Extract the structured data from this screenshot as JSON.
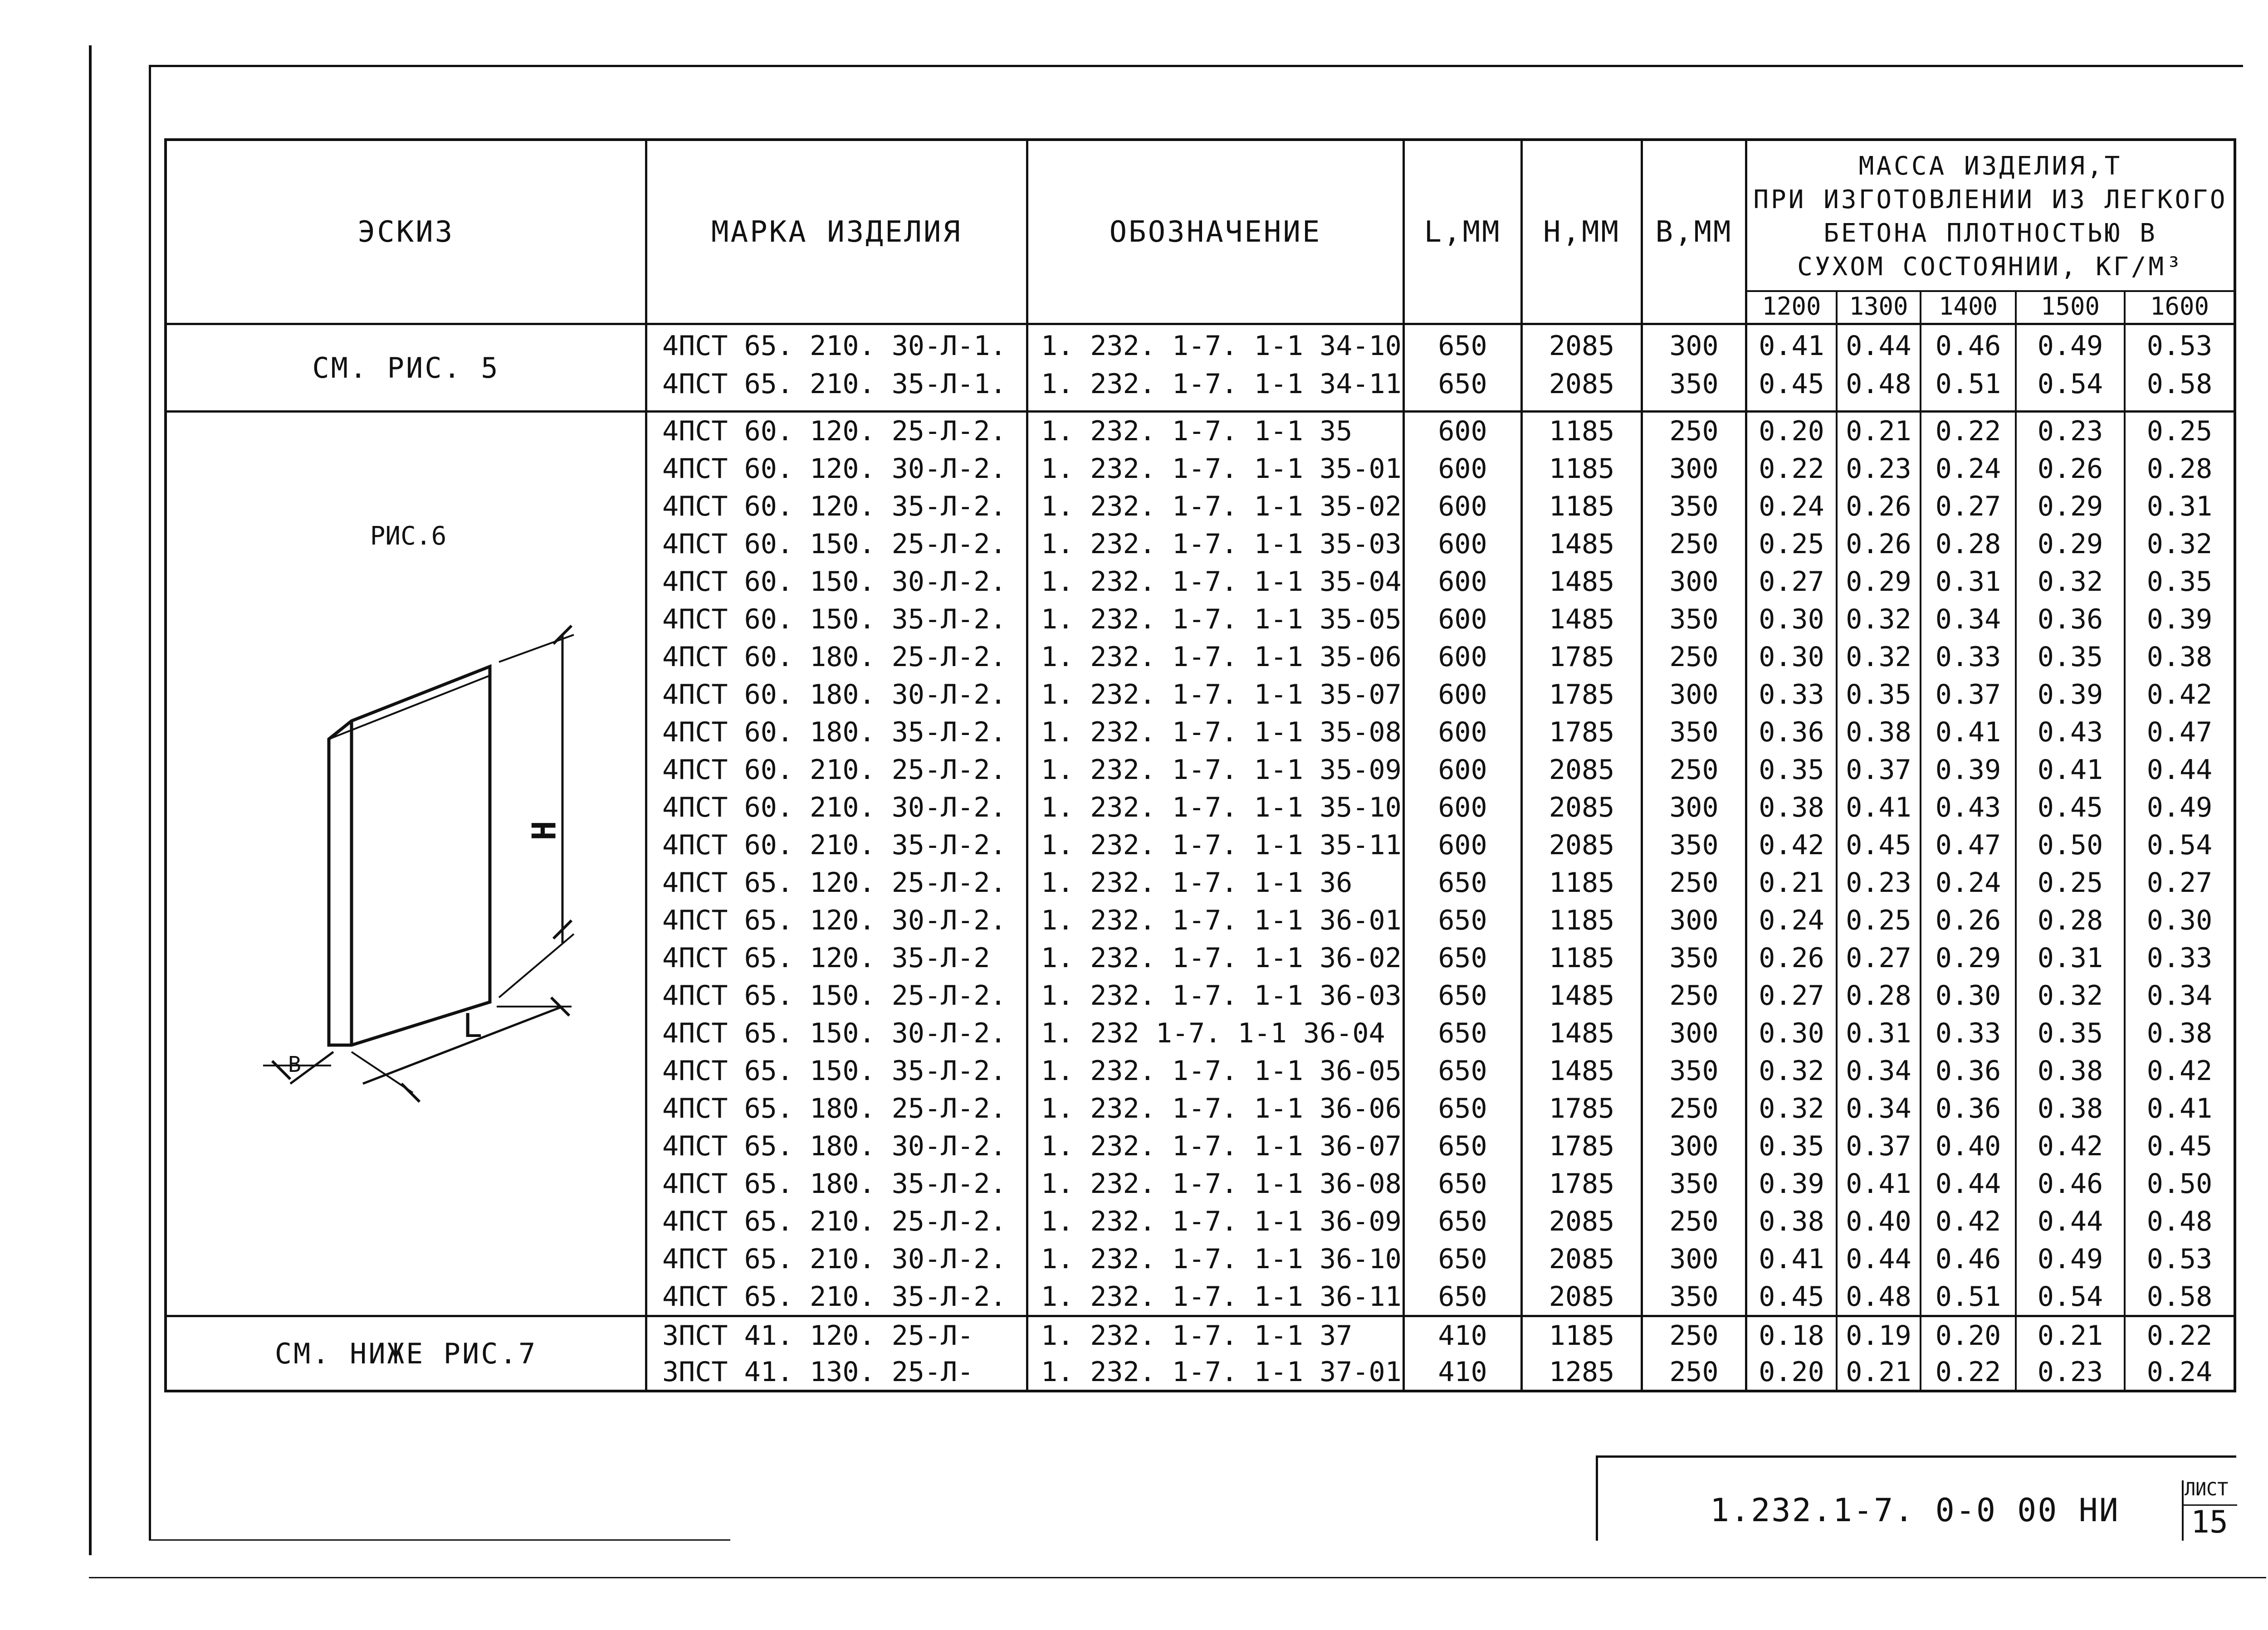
{
  "headers": {
    "sketch": "ЭСКИЗ",
    "mark": "МАРКА ИЗДЕЛИЯ",
    "designation": "ОБОЗНАЧЕНИЕ",
    "L": "L,ММ",
    "H": "H,ММ",
    "B": "B,ММ",
    "mass": [
      "МАССА ИЗДЕЛИЯ,Т",
      "ПРИ ИЗГОТОВЛЕНИИ ИЗ ЛЕГКОГО",
      "БЕТОНА ПЛОТНОСТЬЮ В",
      "СУХОМ СОСТОЯНИИ, КГ/М³"
    ],
    "densities": [
      "1200",
      "1300",
      "1400",
      "1500",
      "1600"
    ]
  },
  "groups": [
    {
      "sketch": "СМ. РИС. 5",
      "sketch_pos": "middle"
    },
    {
      "sketch": "РИС.6",
      "sketch_pos": "top"
    },
    {
      "sketch": "СМ. НИЖЕ РИС.7",
      "sketch_pos": "middle"
    }
  ],
  "rows": [
    [
      "4ПСТ 65. 210. 30-Л-1.",
      "1. 232. 1-7. 1-1 34-10",
      "650",
      "2085",
      "300",
      "0.41",
      "0.44",
      "0.46",
      "0.49",
      "0.53"
    ],
    [
      "4ПСТ 65. 210. 35-Л-1.",
      "1. 232. 1-7. 1-1 34-11",
      "650",
      "2085",
      "350",
      "0.45",
      "0.48",
      "0.51",
      "0.54",
      "0.58"
    ],
    [
      "4ПСТ 60. 120. 25-Л-2.",
      "1. 232. 1-7. 1-1 35",
      "600",
      "1185",
      "250",
      "0.20",
      "0.21",
      "0.22",
      "0.23",
      "0.25"
    ],
    [
      "4ПСТ 60. 120. 30-Л-2.",
      "1. 232. 1-7. 1-1 35-01",
      "600",
      "1185",
      "300",
      "0.22",
      "0.23",
      "0.24",
      "0.26",
      "0.28"
    ],
    [
      "4ПСТ 60. 120. 35-Л-2.",
      "1. 232. 1-7. 1-1 35-02",
      "600",
      "1185",
      "350",
      "0.24",
      "0.26",
      "0.27",
      "0.29",
      "0.31"
    ],
    [
      "4ПСТ 60. 150. 25-Л-2.",
      "1. 232. 1-7. 1-1 35-03",
      "600",
      "1485",
      "250",
      "0.25",
      "0.26",
      "0.28",
      "0.29",
      "0.32"
    ],
    [
      "4ПСТ 60. 150. 30-Л-2.",
      "1. 232. 1-7. 1-1 35-04",
      "600",
      "1485",
      "300",
      "0.27",
      "0.29",
      "0.31",
      "0.32",
      "0.35"
    ],
    [
      "4ПСТ 60. 150. 35-Л-2.",
      "1. 232. 1-7. 1-1 35-05",
      "600",
      "1485",
      "350",
      "0.30",
      "0.32",
      "0.34",
      "0.36",
      "0.39"
    ],
    [
      "4ПСТ 60. 180. 25-Л-2.",
      "1. 232. 1-7. 1-1 35-06",
      "600",
      "1785",
      "250",
      "0.30",
      "0.32",
      "0.33",
      "0.35",
      "0.38"
    ],
    [
      "4ПСТ 60. 180. 30-Л-2.",
      "1. 232. 1-7. 1-1 35-07",
      "600",
      "1785",
      "300",
      "0.33",
      "0.35",
      "0.37",
      "0.39",
      "0.42"
    ],
    [
      "4ПСТ 60. 180. 35-Л-2.",
      "1. 232. 1-7. 1-1 35-08",
      "600",
      "1785",
      "350",
      "0.36",
      "0.38",
      "0.41",
      "0.43",
      "0.47"
    ],
    [
      "4ПСТ 60. 210. 25-Л-2.",
      "1. 232. 1-7. 1-1 35-09",
      "600",
      "2085",
      "250",
      "0.35",
      "0.37",
      "0.39",
      "0.41",
      "0.44"
    ],
    [
      "4ПСТ 60. 210. 30-Л-2.",
      "1. 232. 1-7. 1-1 35-10",
      "600",
      "2085",
      "300",
      "0.38",
      "0.41",
      "0.43",
      "0.45",
      "0.49"
    ],
    [
      "4ПСТ 60. 210. 35-Л-2.",
      "1. 232. 1-7. 1-1 35-11",
      "600",
      "2085",
      "350",
      "0.42",
      "0.45",
      "0.47",
      "0.50",
      "0.54"
    ],
    [
      "4ПСТ 65. 120. 25-Л-2.",
      "1. 232. 1-7. 1-1 36",
      "650",
      "1185",
      "250",
      "0.21",
      "0.23",
      "0.24",
      "0.25",
      "0.27"
    ],
    [
      "4ПСТ 65. 120. 30-Л-2.",
      "1. 232. 1-7. 1-1 36-01",
      "650",
      "1185",
      "300",
      "0.24",
      "0.25",
      "0.26",
      "0.28",
      "0.30"
    ],
    [
      "4ПСТ 65. 120. 35-Л-2",
      "1. 232. 1-7. 1-1 36-02",
      "650",
      "1185",
      "350",
      "0.26",
      "0.27",
      "0.29",
      "0.31",
      "0.33"
    ],
    [
      "4ПСТ 65. 150. 25-Л-2.",
      "1. 232. 1-7. 1-1 36-03",
      "650",
      "1485",
      "250",
      "0.27",
      "0.28",
      "0.30",
      "0.32",
      "0.34"
    ],
    [
      "4ПСТ 65. 150. 30-Л-2.",
      "1. 232 1-7. 1-1 36-04",
      "650",
      "1485",
      "300",
      "0.30",
      "0.31",
      "0.33",
      "0.35",
      "0.38"
    ],
    [
      "4ПСТ 65. 150. 35-Л-2.",
      "1. 232. 1-7. 1-1 36-05",
      "650",
      "1485",
      "350",
      "0.32",
      "0.34",
      "0.36",
      "0.38",
      "0.42"
    ],
    [
      "4ПСТ 65. 180. 25-Л-2.",
      "1. 232. 1-7. 1-1 36-06",
      "650",
      "1785",
      "250",
      "0.32",
      "0.34",
      "0.36",
      "0.38",
      "0.41"
    ],
    [
      "4ПСТ 65. 180. 30-Л-2.",
      "1. 232. 1-7. 1-1 36-07",
      "650",
      "1785",
      "300",
      "0.35",
      "0.37",
      "0.40",
      "0.42",
      "0.45"
    ],
    [
      "4ПСТ 65. 180. 35-Л-2.",
      "1. 232. 1-7. 1-1 36-08",
      "650",
      "1785",
      "350",
      "0.39",
      "0.41",
      "0.44",
      "0.46",
      "0.50"
    ],
    [
      "4ПСТ 65. 210. 25-Л-2.",
      "1. 232. 1-7. 1-1 36-09",
      "650",
      "2085",
      "250",
      "0.38",
      "0.40",
      "0.42",
      "0.44",
      "0.48"
    ],
    [
      "4ПСТ 65. 210. 30-Л-2.",
      "1. 232. 1-7. 1-1 36-10",
      "650",
      "2085",
      "300",
      "0.41",
      "0.44",
      "0.46",
      "0.49",
      "0.53"
    ],
    [
      "4ПСТ 65. 210. 35-Л-2.",
      "1. 232. 1-7. 1-1 36-11",
      "650",
      "2085",
      "350",
      "0.45",
      "0.48",
      "0.51",
      "0.54",
      "0.58"
    ],
    [
      "3ПСТ 41. 120. 25-Л-",
      "1. 232. 1-7. 1-1 37",
      "410",
      "1185",
      "250",
      "0.18",
      "0.19",
      "0.20",
      "0.21",
      "0.22"
    ],
    [
      "3ПСТ 41. 130. 25-Л-",
      "1. 232. 1-7. 1-1 37-01",
      "410",
      "1285",
      "250",
      "0.20",
      "0.21",
      "0.22",
      "0.23",
      "0.24"
    ]
  ],
  "sketch_labels": {
    "H": "H",
    "L": "L",
    "B": "B"
  },
  "title_block": {
    "code": "1.232.1-7. 0-0 00 НИ",
    "sheet_label": "ЛИСТ",
    "sheet_number": "15"
  }
}
